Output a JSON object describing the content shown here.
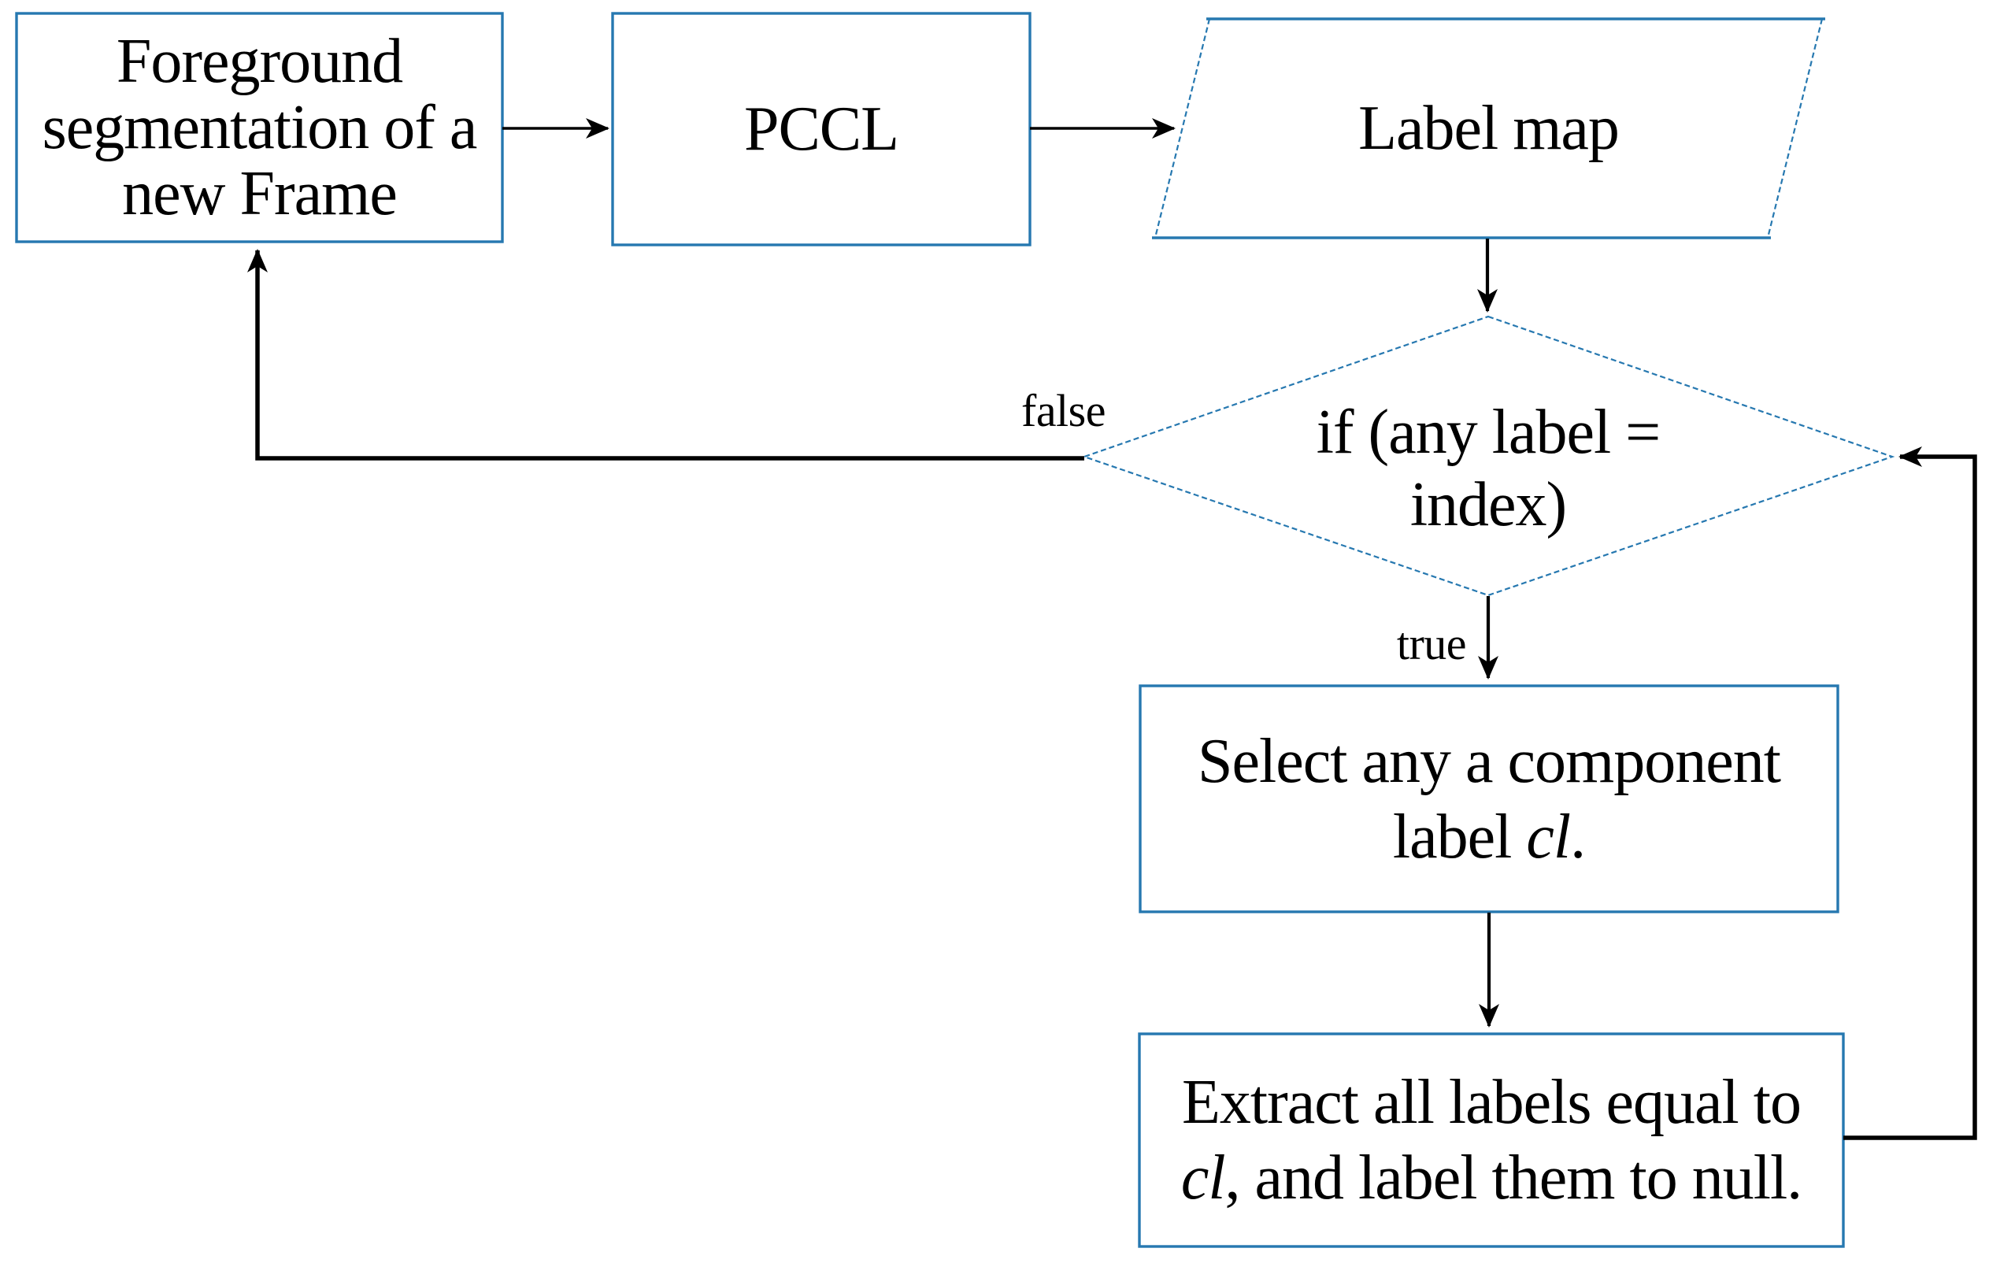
{
  "colors": {
    "accent_blue": "#2678b0",
    "line_black": "#000000",
    "text_black": "#000000",
    "background": "#ffffff"
  },
  "nodes": {
    "foreground": {
      "lines": [
        "Foreground",
        "segmentation of a",
        "new Frame"
      ]
    },
    "pccl": {
      "label": "PCCL"
    },
    "label_map": {
      "label": "Label map"
    },
    "decision": {
      "lines": [
        "if (any label =",
        "index)"
      ]
    },
    "select": {
      "line1": "Select any a component",
      "line2_pre": "label ",
      "line2_italic": "cl",
      "line2_post": "."
    },
    "extract": {
      "line1": "Extract all labels equal to",
      "line2_italic": "cl",
      "line2_post": ", and label them to null."
    }
  },
  "edge_labels": {
    "false_label": "false",
    "true_label": "true"
  }
}
